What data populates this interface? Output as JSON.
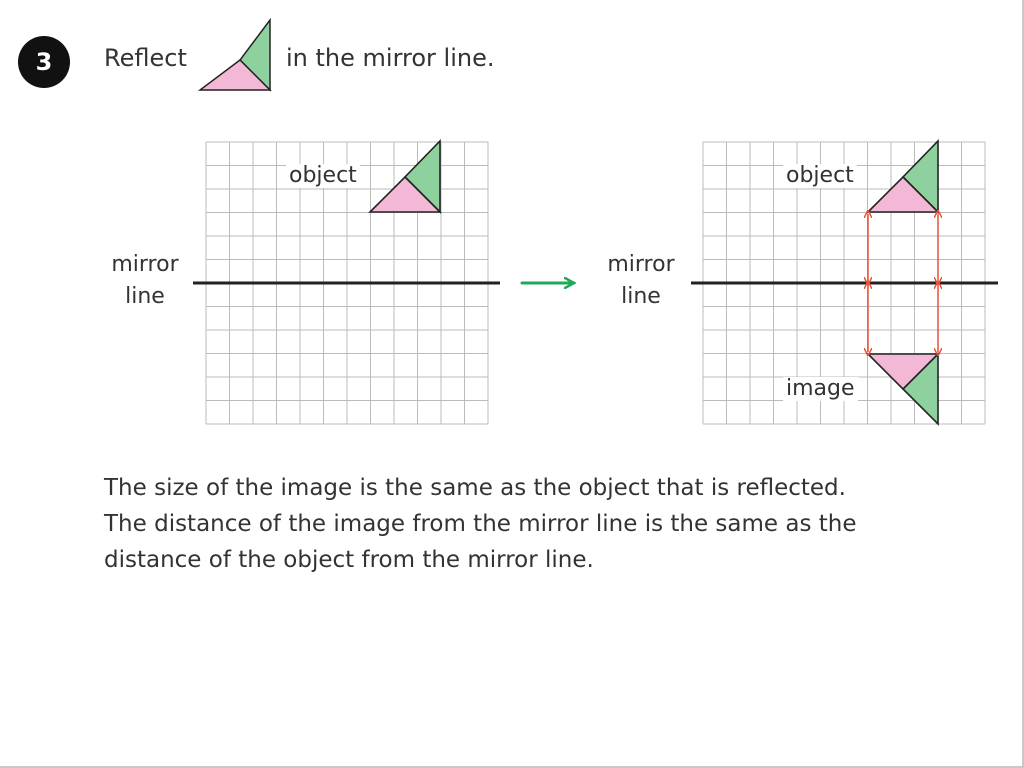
{
  "question": {
    "number": "3",
    "instruction_before": "Reflect",
    "instruction_after": "in the mirror line."
  },
  "colors": {
    "pink": "#f2b8d6",
    "green": "#8fd19e",
    "mirror_line": "#222222",
    "arrow_red": "#e8503a",
    "arrow_green": "#22a85a",
    "grid": "#bbbbbb"
  },
  "diagrams": {
    "before": {
      "mirror_label_1": "mirror",
      "mirror_label_2": "line",
      "object_label": "object"
    },
    "after": {
      "mirror_label_1": "mirror",
      "mirror_label_2": "line",
      "object_label": "object",
      "image_label": "image"
    }
  },
  "explanation": {
    "line_1": "The size of the image is the same as the object that is reflected.",
    "line_2": "The distance of the image from the mirror line is the same as the",
    "line_3": "distance of the object from the mirror line."
  }
}
